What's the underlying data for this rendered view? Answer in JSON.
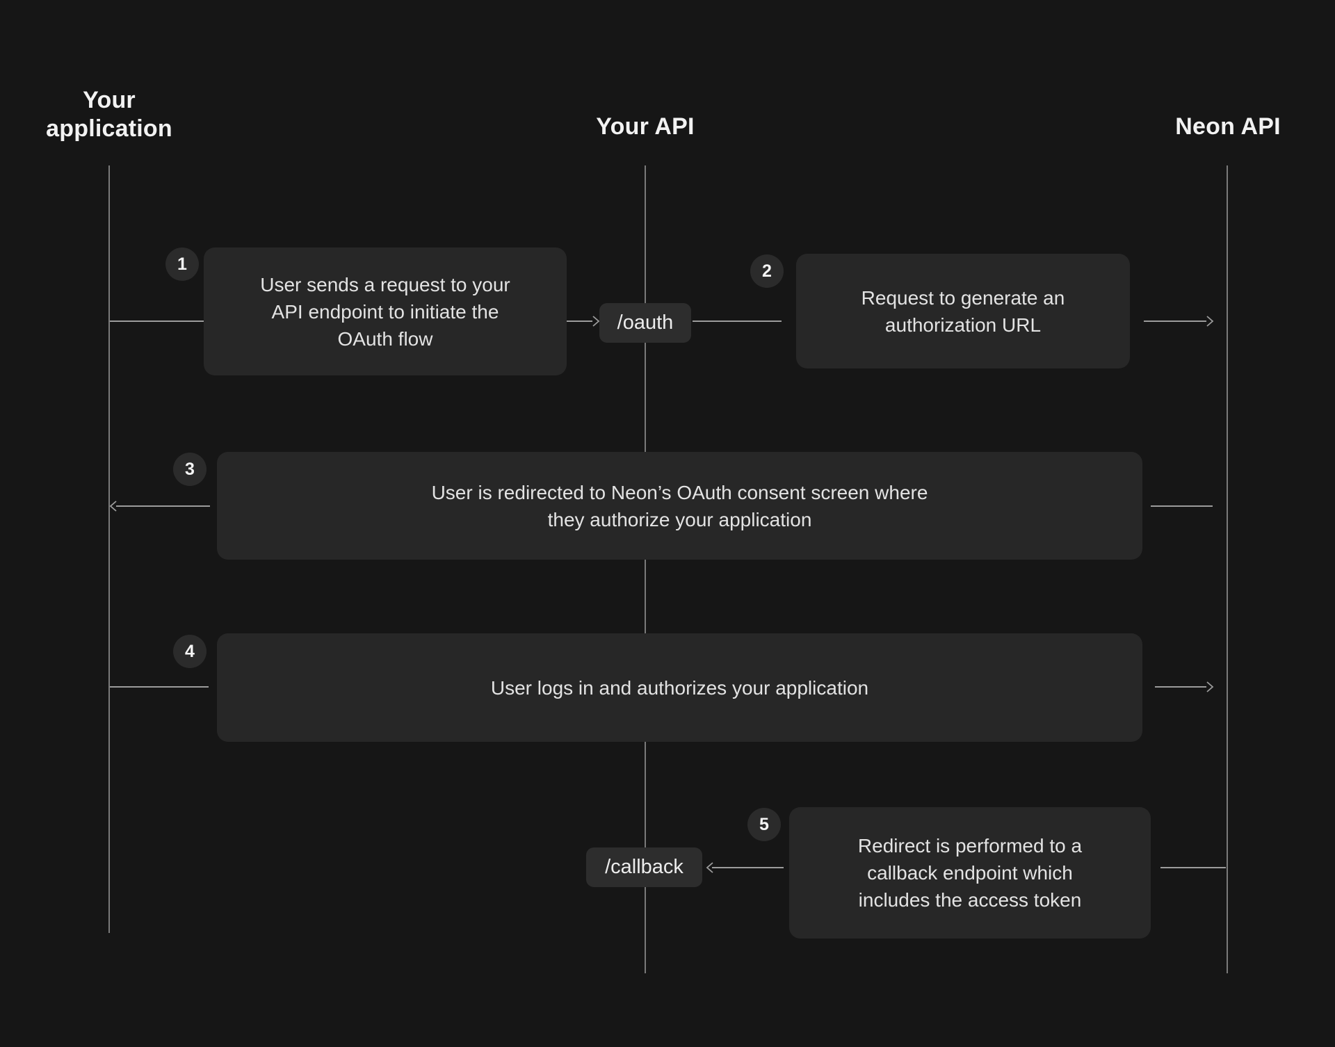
{
  "actors": [
    {
      "name": "your-application",
      "label_lines": [
        "Your",
        "application"
      ]
    },
    {
      "name": "your-api",
      "label_lines": [
        "Your API"
      ]
    },
    {
      "name": "neon-api",
      "label_lines": [
        "Neon API"
      ]
    }
  ],
  "endpoints": {
    "oauth": "/oauth",
    "callback": "/callback"
  },
  "steps": [
    {
      "number": "1",
      "lines": [
        "User sends a request to your",
        "API endpoint to initiate the",
        "OAuth flow"
      ]
    },
    {
      "number": "2",
      "lines": [
        "Request to generate an",
        "authorization URL"
      ]
    },
    {
      "number": "3",
      "lines": [
        "User is redirected to Neon’s OAuth consent screen where",
        "they authorize your application"
      ]
    },
    {
      "number": "4",
      "lines": [
        "User logs in and authorizes your application"
      ]
    },
    {
      "number": "5",
      "lines": [
        "Redirect is performed to a",
        "callback endpoint which",
        "includes the access token"
      ]
    }
  ],
  "colors": {
    "background": "#161616",
    "box_fill": "#272727",
    "endpoint_fill": "#2d2d2d",
    "badge_fill": "#2b2b2b",
    "connector": "#9c9c9c",
    "lifeline": "#8c8c8c",
    "title_text": "#f2f2f2",
    "box_text": "#e3e3e3",
    "badge_text": "#f5f5f5",
    "endpoint_text": "#ededed"
  }
}
